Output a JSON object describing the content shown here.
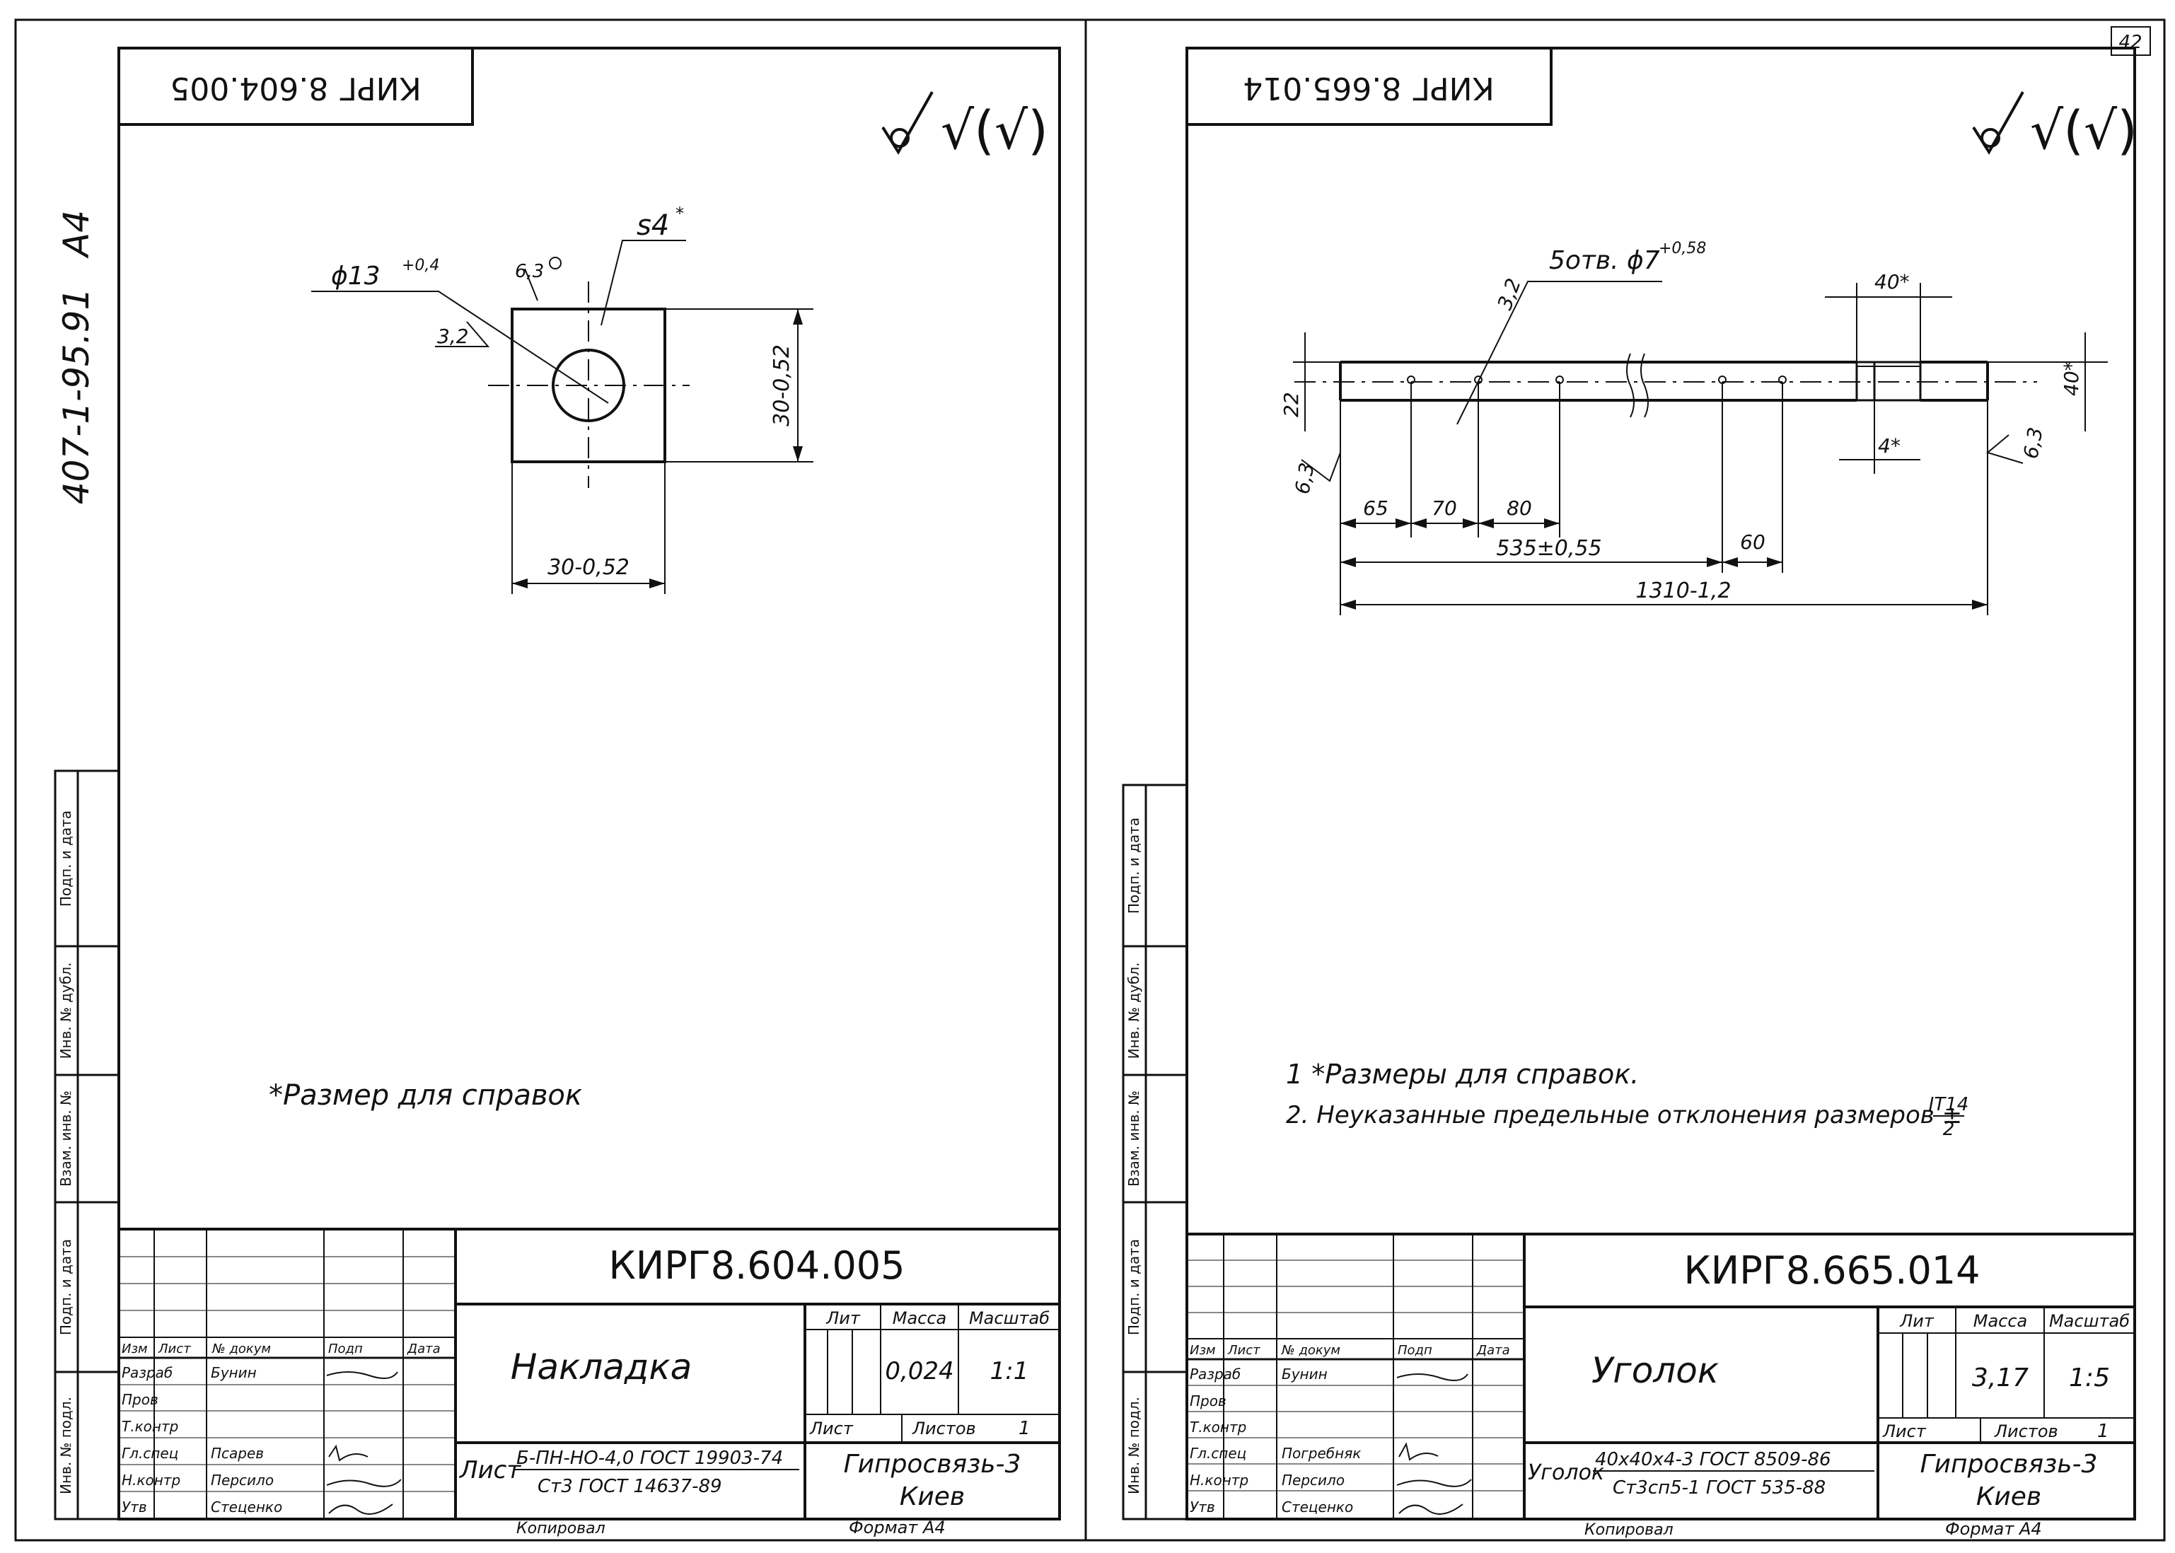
{
  "page_number": "42",
  "left_sheet": {
    "top_stamp": "КИРГ 8.604.005",
    "side_code": "407-1-95.91",
    "side_format": "A4",
    "roughness": "√(√)",
    "dims": {
      "hole": "ϕ13",
      "hole_tol": "+0,4",
      "thickness": "s4",
      "thickness_star": "*",
      "roughness_a": "6,3",
      "roughness_b": "3,2",
      "height": "30-0,52",
      "width": "30-0,52"
    },
    "note": "*Размер для справок",
    "title_block": {
      "designation": "КИРГ8.604.005",
      "name": "Накладка",
      "material_prefix": "Лист",
      "material_line1": "Б-ПН-НО-4,0 ГОСТ 19903-74",
      "material_line2": "Ст3 ГОСТ 14637-89",
      "col_headers": [
        "Лит",
        "Масса",
        "Масштаб"
      ],
      "mass": "0,024",
      "scale": "1:1",
      "sheet_label": "Лист",
      "sheets_label": "Листов",
      "sheets_count": "1",
      "org_line1": "Гипросвязь-3",
      "org_line2": "Киев",
      "rev_headers": [
        "Изм",
        "Лист",
        "№ докум",
        "Подп",
        "Дата"
      ],
      "roles": [
        "Разраб",
        "Пров",
        "Т.контр",
        "Гл.спец",
        "Н.контр",
        "Утв"
      ],
      "names": [
        "Бунин",
        "",
        "",
        "Псарев",
        "Персило",
        "Стеценко"
      ],
      "copied": "Копировал",
      "format": "Формат А4"
    },
    "left_column": [
      "Подп. и дата",
      "Инв. № дубл.",
      "Взам. инв. №",
      "Подп. и дата",
      "Инв. № подл."
    ]
  },
  "right_sheet": {
    "top_stamp": "КИРГ 8.665.014",
    "roughness": "√(√)",
    "dims": {
      "holes": "5отв. ϕ7",
      "holes_tol": "+0,58",
      "rough_a": "3,2",
      "rough_b": "6,3",
      "rough_c": "6,3",
      "flange": "40*",
      "flange_side": "40*",
      "thick": "4*",
      "d22": "22",
      "d65": "65",
      "d70": "70",
      "d80": "80",
      "d60": "60",
      "d535": "535±0,55",
      "d1310": "1310-1,2"
    },
    "notes": [
      "1 *Размеры для справок.",
      "2. Неуказанные предельные отклонения размеров ±"
    ],
    "tol_num": "IT14",
    "tol_den": "2",
    "title_block": {
      "designation": "КИРГ8.665.014",
      "name": "Уголок",
      "material_prefix": "Уголок",
      "material_line1": "40x40x4-3 ГОСТ 8509-86",
      "material_line2": "Ст3сп5-1 ГОСТ 535-88",
      "col_headers": [
        "Лит",
        "Масса",
        "Масштаб"
      ],
      "mass": "3,17",
      "scale": "1:5",
      "sheet_label": "Лист",
      "sheets_label": "Листов",
      "sheets_count": "1",
      "org_line1": "Гипросвязь-3",
      "org_line2": "Киев",
      "rev_headers": [
        "Изм",
        "Лист",
        "№ докум",
        "Подп",
        "Дата"
      ],
      "roles": [
        "Разраб",
        "Пров",
        "Т.контр",
        "Гл.спец",
        "Н.контр",
        "Утв"
      ],
      "names": [
        "Бунин",
        "",
        "",
        "Погребняк",
        "Персило",
        "Стеценко"
      ],
      "copied": "Копировал",
      "format": "Формат А4"
    },
    "left_column": [
      "Подп. и дата",
      "Инв. № дубл.",
      "Взам. инв. №",
      "Подп. и дата",
      "Инв. № подл."
    ]
  }
}
